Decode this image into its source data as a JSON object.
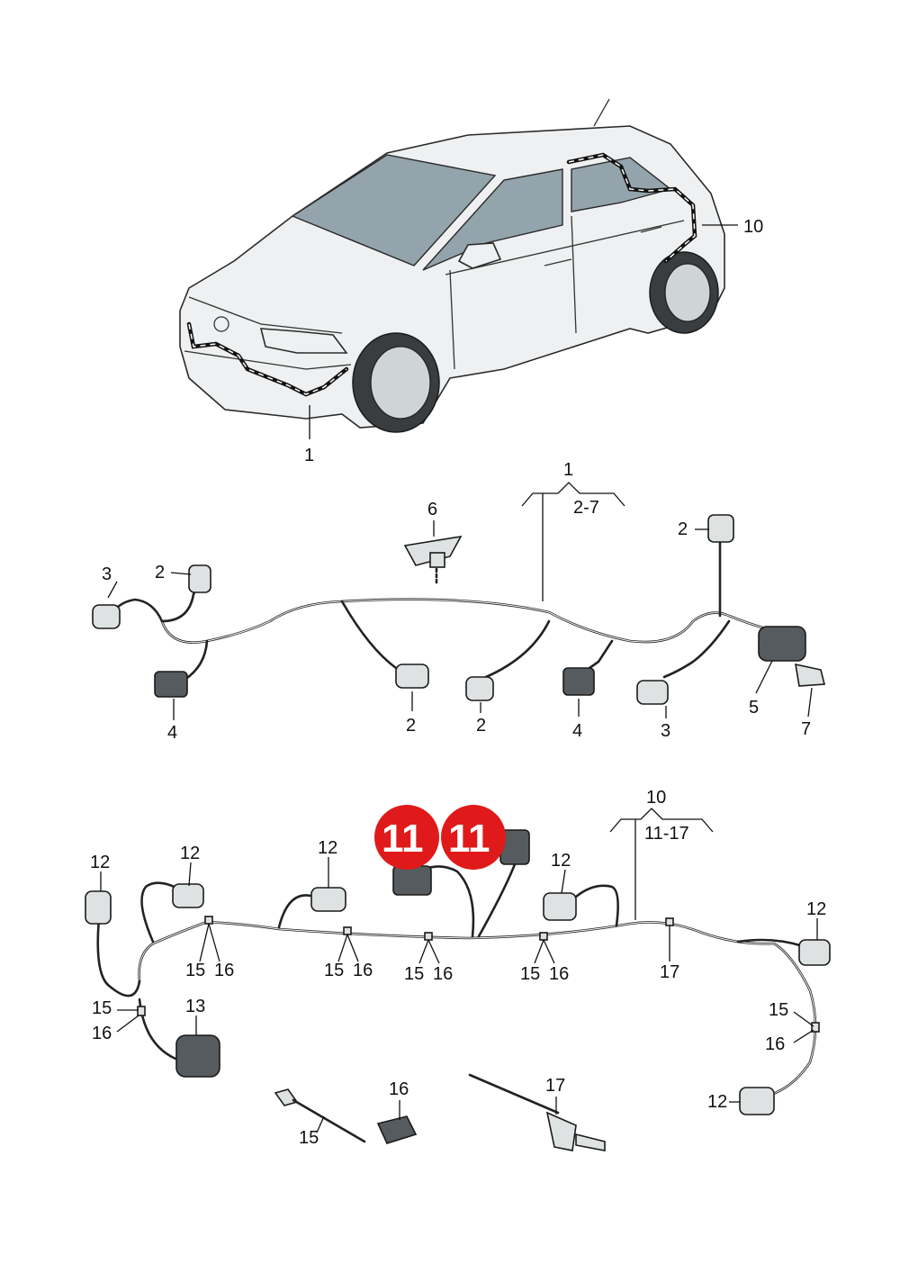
{
  "car_callouts": {
    "front_harness": "1",
    "rear_harness": "10"
  },
  "front_harness_group": {
    "ref": "1",
    "range": "2-7",
    "labels": {
      "c2_left_upper": "2",
      "c3_left": "3",
      "c4_left": "4",
      "c6_bracket": "6",
      "c2_center_a": "2",
      "c2_center_b": "2",
      "c4_center": "4",
      "c2_right_top": "2",
      "c3_right": "3",
      "c5_main": "5",
      "c7_clip": "7"
    }
  },
  "rear_harness_group": {
    "ref": "10",
    "range": "11-17",
    "labels": {
      "c12_far_left": "12",
      "c12_left_b": "12",
      "c12_mid": "12",
      "c12_right_a": "12",
      "c12_right_b": "12",
      "c12_right_bottom": "12",
      "c13_main": "13",
      "c15_a": "15",
      "c16_a": "16",
      "c15_b": "15",
      "c16_b": "16",
      "c15_c": "15",
      "c16_c": "16",
      "c15_d": "15",
      "c16_d": "16",
      "c15_e": "15",
      "c16_e": "16",
      "c15_f": "15",
      "c16_f": "16",
      "c17": "17"
    }
  },
  "loose_parts": {
    "p15": "15",
    "p16": "16",
    "p17": "17"
  },
  "badges": [
    "11",
    "11"
  ],
  "colors": {
    "badge": "#e01a1a",
    "glass": "#93a4ac",
    "line": "#111111"
  }
}
